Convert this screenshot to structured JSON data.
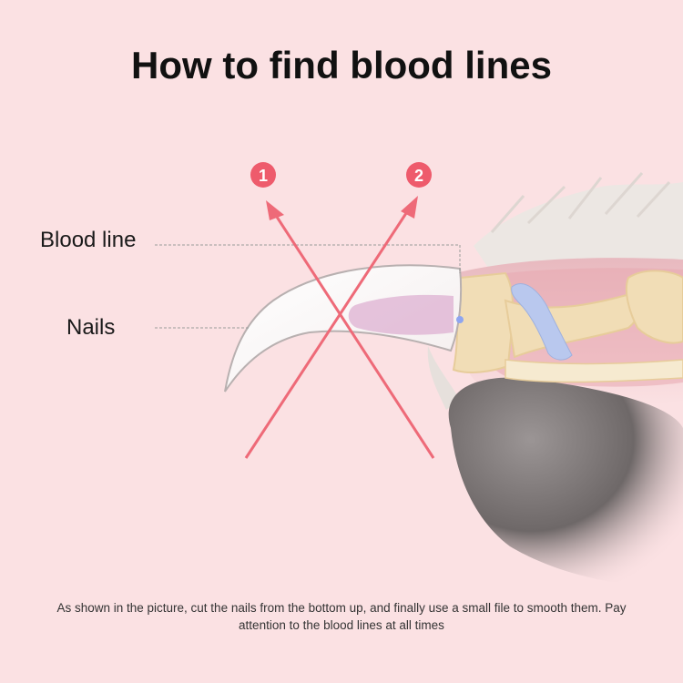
{
  "title": "How to find blood lines",
  "labels": {
    "blood_line": "Blood line",
    "nails": "Nails"
  },
  "markers": [
    {
      "number": "1"
    },
    {
      "number": "2"
    }
  ],
  "caption": "As shown in the picture, cut the nails from the bottom up, and finally use a small file to smooth them. Pay attention to the blood lines at all times",
  "colors": {
    "background": "#fbe1e3",
    "arrow": "#ee6a78",
    "bone": "#f0dcb4",
    "paw_pad": "#6f6a6a",
    "fur": "#e8e3df",
    "blood_line": "#d9a3c9",
    "tendon": "#b9c8ee"
  }
}
